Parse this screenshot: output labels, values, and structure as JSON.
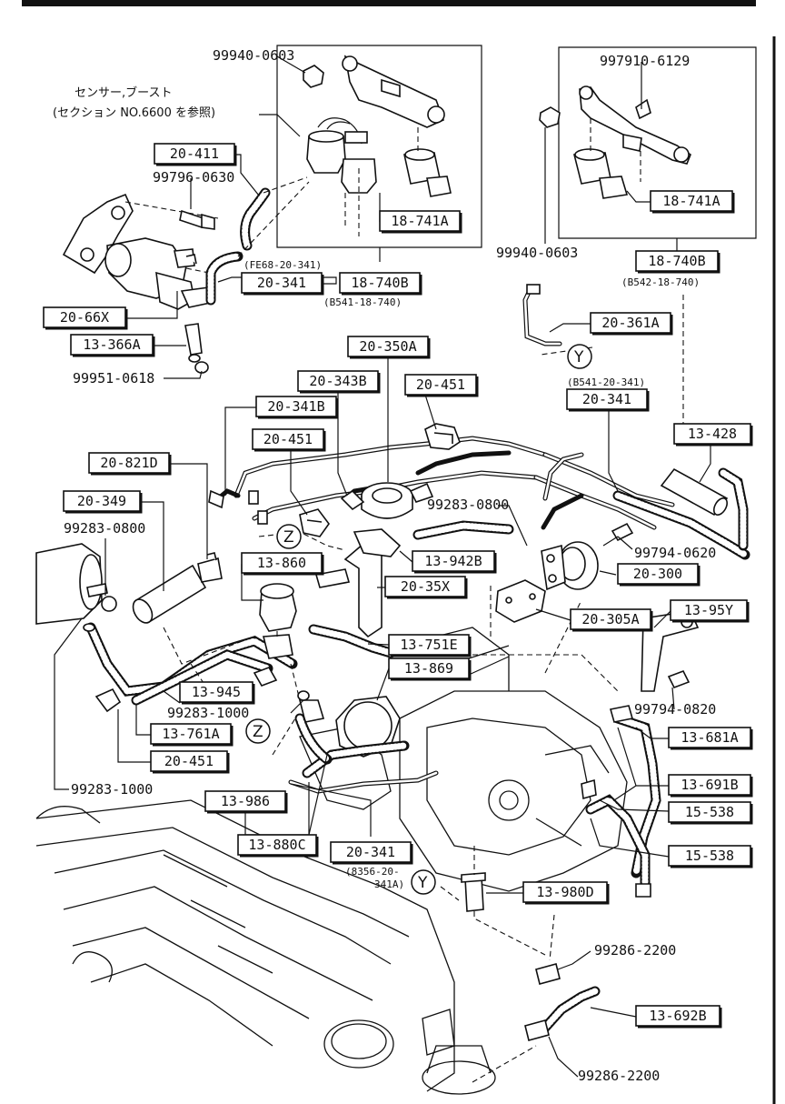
{
  "note": {
    "line1": "センサー,ブースト",
    "line2": "(セクション NO.6600 を参照)"
  },
  "callouts": [
    {
      "id": "box-20-411",
      "label": "20-411"
    },
    {
      "id": "box-18-741A-left",
      "label": "18-741A"
    },
    {
      "id": "box-20-341-top",
      "label": "20-341"
    },
    {
      "id": "box-18-740B-left",
      "label": "18-740B"
    },
    {
      "id": "box-20-66X",
      "label": "20-66X"
    },
    {
      "id": "box-13-366A",
      "label": "13-366A"
    },
    {
      "id": "box-18-741A-right",
      "label": "18-741A"
    },
    {
      "id": "box-18-740B-right",
      "label": "18-740B"
    },
    {
      "id": "box-20-361A",
      "label": "20-361A"
    },
    {
      "id": "box-20-350A",
      "label": "20-350A"
    },
    {
      "id": "box-20-343B",
      "label": "20-343B"
    },
    {
      "id": "box-20-451-a",
      "label": "20-451"
    },
    {
      "id": "box-20-341B",
      "label": "20-341B"
    },
    {
      "id": "box-20-341-mid",
      "label": "20-341"
    },
    {
      "id": "box-20-451-b",
      "label": "20-451"
    },
    {
      "id": "box-13-428",
      "label": "13-428"
    },
    {
      "id": "box-20-821D",
      "label": "20-821D"
    },
    {
      "id": "box-20-349",
      "label": "20-349"
    },
    {
      "id": "box-13-860",
      "label": "13-860"
    },
    {
      "id": "box-13-942B",
      "label": "13-942B"
    },
    {
      "id": "box-20-35X",
      "label": "20-35X"
    },
    {
      "id": "box-20-300",
      "label": "20-300"
    },
    {
      "id": "box-20-305A",
      "label": "20-305A"
    },
    {
      "id": "box-13-95Y",
      "label": "13-95Y"
    },
    {
      "id": "box-13-751E",
      "label": "13-751E"
    },
    {
      "id": "box-13-869",
      "label": "13-869"
    },
    {
      "id": "box-13-945",
      "label": "13-945"
    },
    {
      "id": "box-13-761A",
      "label": "13-761A"
    },
    {
      "id": "box-20-451-c",
      "label": "20-451"
    },
    {
      "id": "box-13-681A",
      "label": "13-681A"
    },
    {
      "id": "box-13-691B",
      "label": "13-691B"
    },
    {
      "id": "box-15-538-a",
      "label": "15-538"
    },
    {
      "id": "box-15-538-b",
      "label": "15-538"
    },
    {
      "id": "box-13-986",
      "label": "13-986"
    },
    {
      "id": "box-13-880C",
      "label": "13-880C"
    },
    {
      "id": "box-20-341-low",
      "label": "20-341"
    },
    {
      "id": "box-13-980D",
      "label": "13-980D"
    },
    {
      "id": "box-13-692B",
      "label": "13-692B"
    }
  ],
  "part_numbers": [
    {
      "id": "pn-99940-0603-top",
      "label": "99940-0603"
    },
    {
      "id": "pn-99796-0630",
      "label": "99796-0630"
    },
    {
      "id": "pn-99951-0618",
      "label": "99951-0618"
    },
    {
      "id": "pn-997910-6129",
      "label": "997910-6129"
    },
    {
      "id": "pn-99940-0603-right",
      "label": "99940-0603"
    },
    {
      "id": "pn-99283-0800-mid",
      "label": "99283-0800"
    },
    {
      "id": "pn-99794-0620",
      "label": "99794-0620"
    },
    {
      "id": "pn-99283-0800-left",
      "label": "99283-0800"
    },
    {
      "id": "pn-99794-0820",
      "label": "99794-0820"
    },
    {
      "id": "pn-99283-1000-mid",
      "label": "99283-1000"
    },
    {
      "id": "pn-99283-1000-left",
      "label": "99283-1000"
    },
    {
      "id": "pn-99286-2200-top",
      "label": "99286-2200"
    },
    {
      "id": "pn-99286-2200-bottom",
      "label": "99286-2200"
    }
  ],
  "references": [
    {
      "id": "ref-fe68",
      "label": "(FE68-20-341)"
    },
    {
      "id": "ref-b541-18",
      "label": "(B541-18-740)"
    },
    {
      "id": "ref-b542",
      "label": "(B542-18-740)"
    },
    {
      "id": "ref-b541-20",
      "label": "(B541-20-341)"
    },
    {
      "id": "ref-8356-1",
      "label": "(8356-20-"
    },
    {
      "id": "ref-8356-2",
      "label": "341A)"
    }
  ],
  "markers": [
    {
      "id": "marker-y-top",
      "label": "Y"
    },
    {
      "id": "marker-z-mid",
      "label": "Z"
    },
    {
      "id": "marker-z-low",
      "label": "Z"
    },
    {
      "id": "marker-y-low",
      "label": "Y"
    }
  ]
}
